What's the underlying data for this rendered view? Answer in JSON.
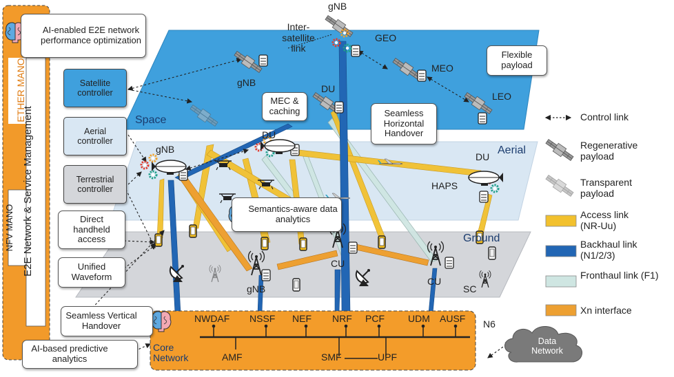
{
  "colors": {
    "space_plane": "#3fa0dd",
    "aerial_plane": "#d9e7f3",
    "ground_plane": "#d4d6da",
    "access_link": "#f2c12e",
    "backhaul_link": "#2266b4",
    "fronthaul_link": "#cfe6e2",
    "xn_interface": "#eda032",
    "mano_panel": "#f29a2a",
    "core_panel": "#f39c2a"
  },
  "left_panel": {
    "ether_mano": "ETHER MANO",
    "e2e_management": "E2E Network & Service Management",
    "nfv_mano": "NFV MANO"
  },
  "controllers": {
    "satellite": "Satellite controller",
    "aerial": "Aerial controller",
    "terrestrial": "Terrestrial controller"
  },
  "callouts": {
    "ai_optimization": "AI-enabled E2E network performance optimization",
    "direct_handheld": "Direct handheld access",
    "unified_waveform": "Unified Waveform",
    "seamless_vertical": "Seamless Vertical Handover",
    "ai_predictive": "AI-based predictive analytics",
    "mec_caching": "MEC & caching",
    "seamless_horizontal": "Seamless Horizontal Handover",
    "flexible_payload": "Flexible payload",
    "semantics": "Semantics-aware data analytics"
  },
  "layers": {
    "space": "Space",
    "aerial": "Aerial",
    "ground": "Ground"
  },
  "space_labels": {
    "gnb_top": "gNB",
    "intersat": "Inter-satellite link",
    "geo": "GEO",
    "meo": "MEO",
    "leo": "LEO",
    "gnb_meo": "gNB",
    "du_space": "DU"
  },
  "aerial_labels": {
    "gnb": "gNB",
    "du_center": "DU",
    "du_right": "DU",
    "haps": "HAPS"
  },
  "ground_labels": {
    "gnb": "gNB",
    "cu_center": "CU",
    "cu_right": "CU",
    "sc": "SC"
  },
  "core": {
    "functions_top": [
      "NWDAF",
      "NSSF",
      "NEF",
      "NRF",
      "PCF",
      "UDM",
      "AUSF"
    ],
    "n6": "N6",
    "label": "Core Network",
    "amf": "AMF",
    "smf": "SMF",
    "upf": "UPF"
  },
  "data_network": "Data Network",
  "legend": [
    {
      "label": "Control link",
      "key": "control"
    },
    {
      "label": "Regenerative payload",
      "key": "regenerative"
    },
    {
      "label": "Transparent payload",
      "key": "transparent"
    },
    {
      "label": "Access link (NR-Uu)",
      "key": "access"
    },
    {
      "label": "Backhaul link (N1/2/3)",
      "key": "backhaul"
    },
    {
      "label": "Fronthaul link (F1)",
      "key": "fronthaul"
    },
    {
      "label": "Xn interface",
      "key": "xn"
    }
  ]
}
